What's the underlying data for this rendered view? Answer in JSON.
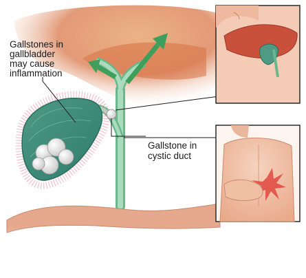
{
  "callouts": {
    "gallbladder_stones": {
      "lines": [
        "Gallstones in",
        "gallbladder",
        "may cause",
        "inflammation"
      ]
    },
    "cystic_duct_stone": {
      "lines": [
        "Gallstone in",
        "cystic duct"
      ]
    }
  },
  "colors": {
    "liver": "#d9784a",
    "gallbladder": "#5aa58d",
    "bile_duct": "#8ed1a9",
    "arrow": "#3f9e5c",
    "skin": "#f2c2a8",
    "inflammation": "#e0463f",
    "stone": "#f4f4f4"
  },
  "icons": [
    "liver-inset",
    "abdominal-pain-inset",
    "green-arrow",
    "gallstone"
  ]
}
